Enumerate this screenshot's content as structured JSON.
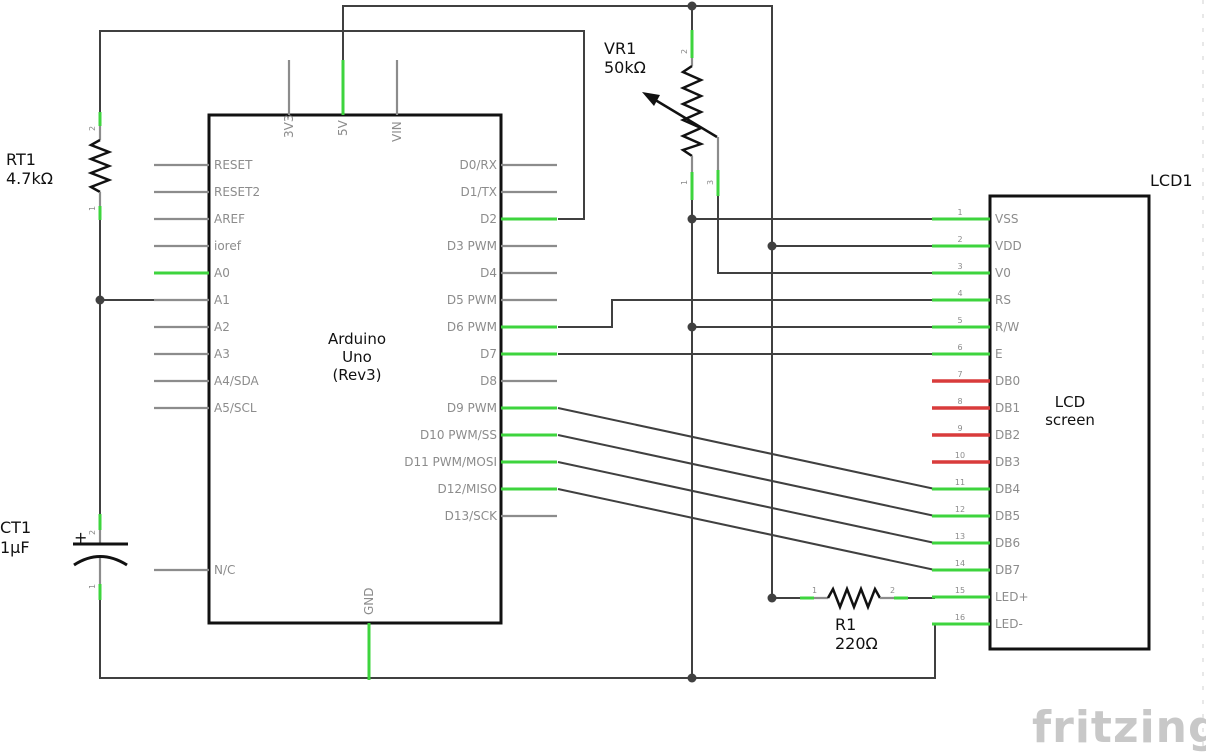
{
  "components": {
    "rt1": {
      "ref": "RT1",
      "value": "4.7kΩ",
      "pin1": "1",
      "pin2": "2"
    },
    "ct1": {
      "ref": "CT1",
      "value": "1µF",
      "pin1": "1",
      "pin2": "2",
      "plus": "+"
    },
    "vr1": {
      "ref": "VR1",
      "value": "50kΩ",
      "pin1": "1",
      "pin2": "2",
      "pin3": "3"
    },
    "r1": {
      "ref": "R1",
      "value": "220Ω",
      "pin1": "1",
      "pin2": "2"
    },
    "lcd1": {
      "ref": "LCD1",
      "title1": "LCD",
      "title2": "screen"
    },
    "arduino": {
      "title1": "Arduino",
      "title2": "Uno",
      "title3": "(Rev3)"
    }
  },
  "arduino_pins": {
    "top": [
      "3V3",
      "5V",
      "VIN"
    ],
    "left": [
      "RESET",
      "RESET2",
      "AREF",
      "ioref",
      "A0",
      "A1",
      "A2",
      "A3",
      "A4/SDA",
      "A5/SCL",
      "N/C"
    ],
    "right": [
      "D0/RX",
      "D1/TX",
      "D2",
      "D3 PWM",
      "D4",
      "D5 PWM",
      "D6 PWM",
      "D7",
      "D8",
      "D9 PWM",
      "D10 PWM/SS",
      "D11 PWM/MOSI",
      "D12/MISO",
      "D13/SCK"
    ],
    "bottom": "GND"
  },
  "lcd_pins": {
    "labels": [
      "VSS",
      "VDD",
      "V0",
      "RS",
      "R/W",
      "E",
      "DB0",
      "DB1",
      "DB2",
      "DB3",
      "DB4",
      "DB5",
      "DB6",
      "DB7",
      "LED+",
      "LED-"
    ],
    "numbers": [
      "1",
      "2",
      "3",
      "4",
      "5",
      "6",
      "7",
      "8",
      "9",
      "10",
      "11",
      "12",
      "13",
      "14",
      "15",
      "16"
    ]
  },
  "brand": "fritzing",
  "colors": {
    "connected": "#3ed43e",
    "unconnected": "#d93b3b",
    "wire": "#404040",
    "pin": "#8c8c8c"
  }
}
